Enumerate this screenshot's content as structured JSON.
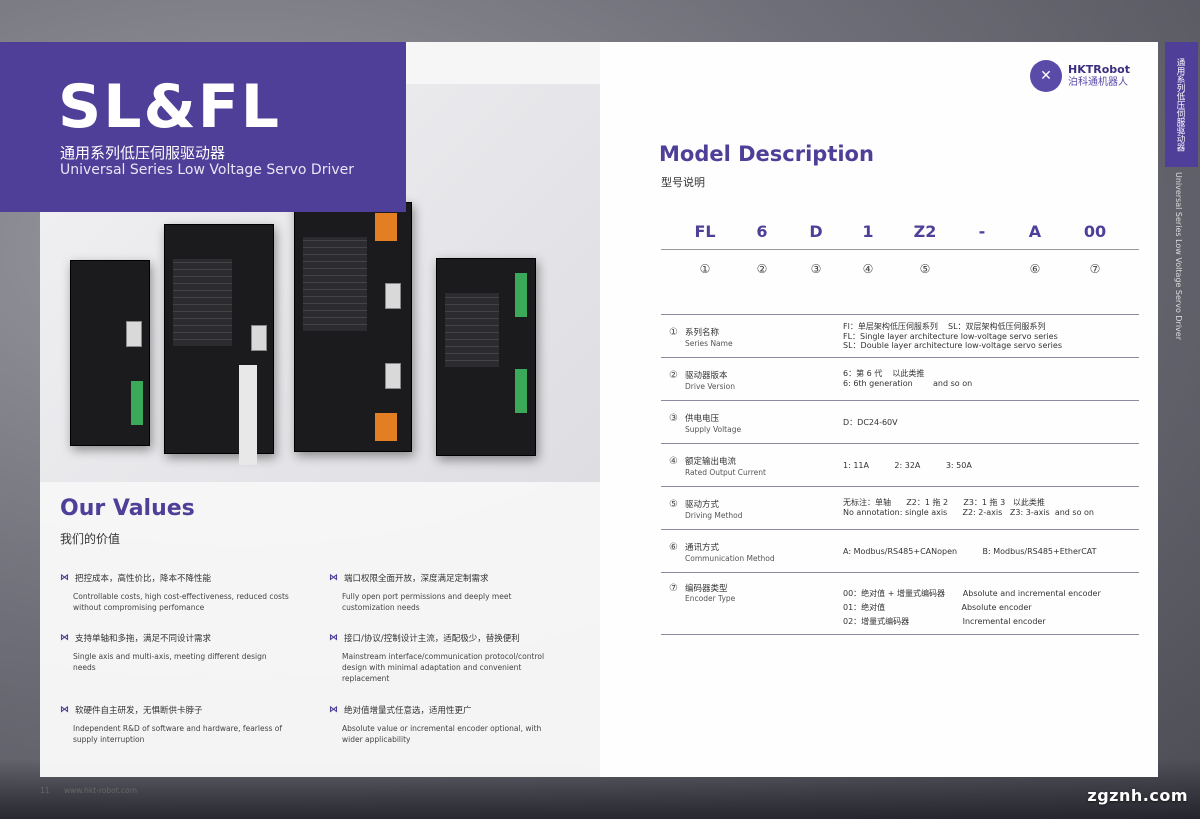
{
  "colors": {
    "brand": "#4f3f98",
    "text": "#333333"
  },
  "header": {
    "title": "SL&FL",
    "subtitle_cn": "通用系列低压伺服驱动器",
    "subtitle_en": "Universal Series Low Voltage Servo Driver"
  },
  "logo": {
    "mark": "✕",
    "en": "HKTRobot",
    "cn": "泊科通机器人"
  },
  "side_tab": {
    "cn": "通用系列低压伺服驱动器",
    "en": "Universal Series Low Voltage Servo Driver"
  },
  "values": {
    "title": "Our Values",
    "subtitle": "我们的价值",
    "items": [
      {
        "head": "把控成本，高性价比，降本不降性能",
        "text": "Controllable costs, high cost-effectiveness, reduced costs without compromising perfomance"
      },
      {
        "head": "端口权限全面开放，深度满足定制需求",
        "text": "Fully open port permissions and deeply meet customization needs"
      },
      {
        "head": "支持单轴和多拖，满足不同设计需求",
        "text": "Single axis and multi-axis, meeting different design needs"
      },
      {
        "head": "接口/协议/控制设计主流，适配极少，替换便利",
        "text": "Mainstream interface/communication protocol/control design with minimal adaptation and convenient replacement"
      },
      {
        "head": "软硬件自主研发，无惧断供卡脖子",
        "text": "Independent R&D of software and hardware, fearless of supply interruption"
      },
      {
        "head": "绝对值增量式任意选，适用性更广",
        "text": "Absolute value or incremental encoder optional, with wider applicability"
      }
    ]
  },
  "footer": {
    "page": "11",
    "url": "www.hkt-robot.com"
  },
  "model": {
    "title": "Model Description",
    "subtitle": "型号说明",
    "codes": [
      "FL",
      "6",
      "D",
      "1",
      "Z2",
      "-",
      "A",
      "00"
    ],
    "indices": [
      "①",
      "②",
      "③",
      "④",
      "⑤",
      "",
      "⑥",
      "⑦"
    ],
    "specs": [
      {
        "num": "①",
        "cn": "系列名称",
        "en": "Series Name",
        "value": "Fl：单层架构低压伺服系列    SL：双层架构低压伺服系列\nFL：Single layer architecture low-voltage servo series\nSL：Double layer architecture low-voltage servo series"
      },
      {
        "num": "②",
        "cn": "驱动器版本",
        "en": "Drive Version",
        "value": "6：第 6 代    以此类推\n6: 6th generation        and so on"
      },
      {
        "num": "③",
        "cn": "供电电压",
        "en": "Supply Voltage",
        "value": "D：DC24-60V"
      },
      {
        "num": "④",
        "cn": "额定输出电流",
        "en": "Rated Output Current",
        "value": "1: 11A          2: 32A          3: 50A"
      },
      {
        "num": "⑤",
        "cn": "驱动方式",
        "en": "Driving Method",
        "value": "无标注：单轴      Z2：1 拖 2      Z3：1 拖 3   以此类推\nNo annotation: single axis      Z2: 2-axis   Z3: 3-axis  and so on"
      },
      {
        "num": "⑥",
        "cn": "通讯方式",
        "en": "Communication Method",
        "value": "A: Modbus/RS485+CANopen          B: Modbus/RS485+EtherCAT"
      },
      {
        "num": "⑦",
        "cn": "编码器类型",
        "en": "Encoder Type",
        "value": "00：绝对值 + 增量式编码器       Absolute and incremental encoder\n01：绝对值                              Absolute encoder\n02：增量式编码器                     Incremental encoder"
      }
    ]
  },
  "watermark": "zgznh.com"
}
